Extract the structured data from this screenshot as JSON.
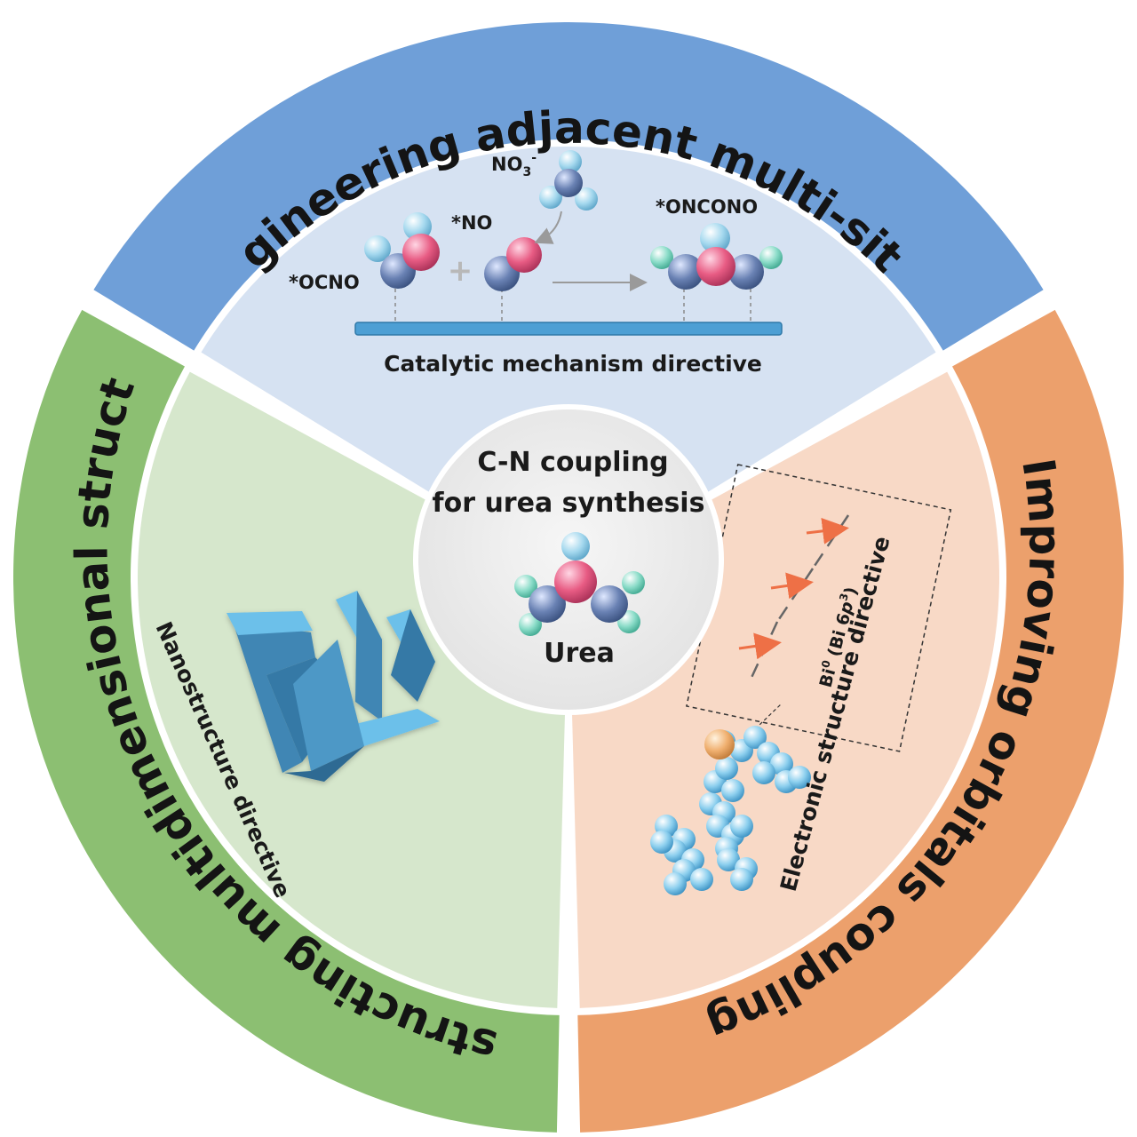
{
  "colors": {
    "blue_band": "#6f9fd8",
    "blue_panel": "#d6e2f2",
    "green_band": "#8cbf72",
    "green_panel": "#d6e7cc",
    "orange_band": "#eca06c",
    "orange_panel": "#f8d9c6",
    "center": "#ececec",
    "atom_N": "#6a82b4",
    "atom_C": "#e85c84",
    "atom_O": "#a4d8ee",
    "atom_H": "#8adcc8",
    "atom_Bi": "#f0b070",
    "nanostructure": "#4f9ccc",
    "arrow": "#ee7046"
  },
  "bands": {
    "top": "Engineering adjacent multi-sites",
    "left": "Constructing multidimensional structure",
    "right": "Improving orbitals coupling"
  },
  "panels": {
    "top": "Catalytic mechanism directive",
    "left": "Nanostructure directive",
    "right": "Electronic structure directive"
  },
  "center": {
    "line1": "C-N coupling",
    "line2": "for urea synthesis",
    "molecule": "Urea"
  },
  "mechanism": {
    "nitrate": "NO",
    "nitrate_sub": "3",
    "nitrate_sup": "-",
    "ocno": "*OCNO",
    "no": "*NO",
    "product": "*ONCONO",
    "plus": "+"
  },
  "orbital": {
    "label_pre": "Bi",
    "label_sup": "0",
    "label_mid": " (Bi 6",
    "label_italic": "p",
    "label_sup2": "3",
    "label_post": ")"
  },
  "icons": [
    "urea-molecule-icon",
    "ocno-intermediate-icon",
    "no-intermediate-icon",
    "nitrate-icon",
    "onconono-product-icon",
    "nanosheet-icon",
    "bi-cluster-icon",
    "orbital-arrow-icon"
  ]
}
